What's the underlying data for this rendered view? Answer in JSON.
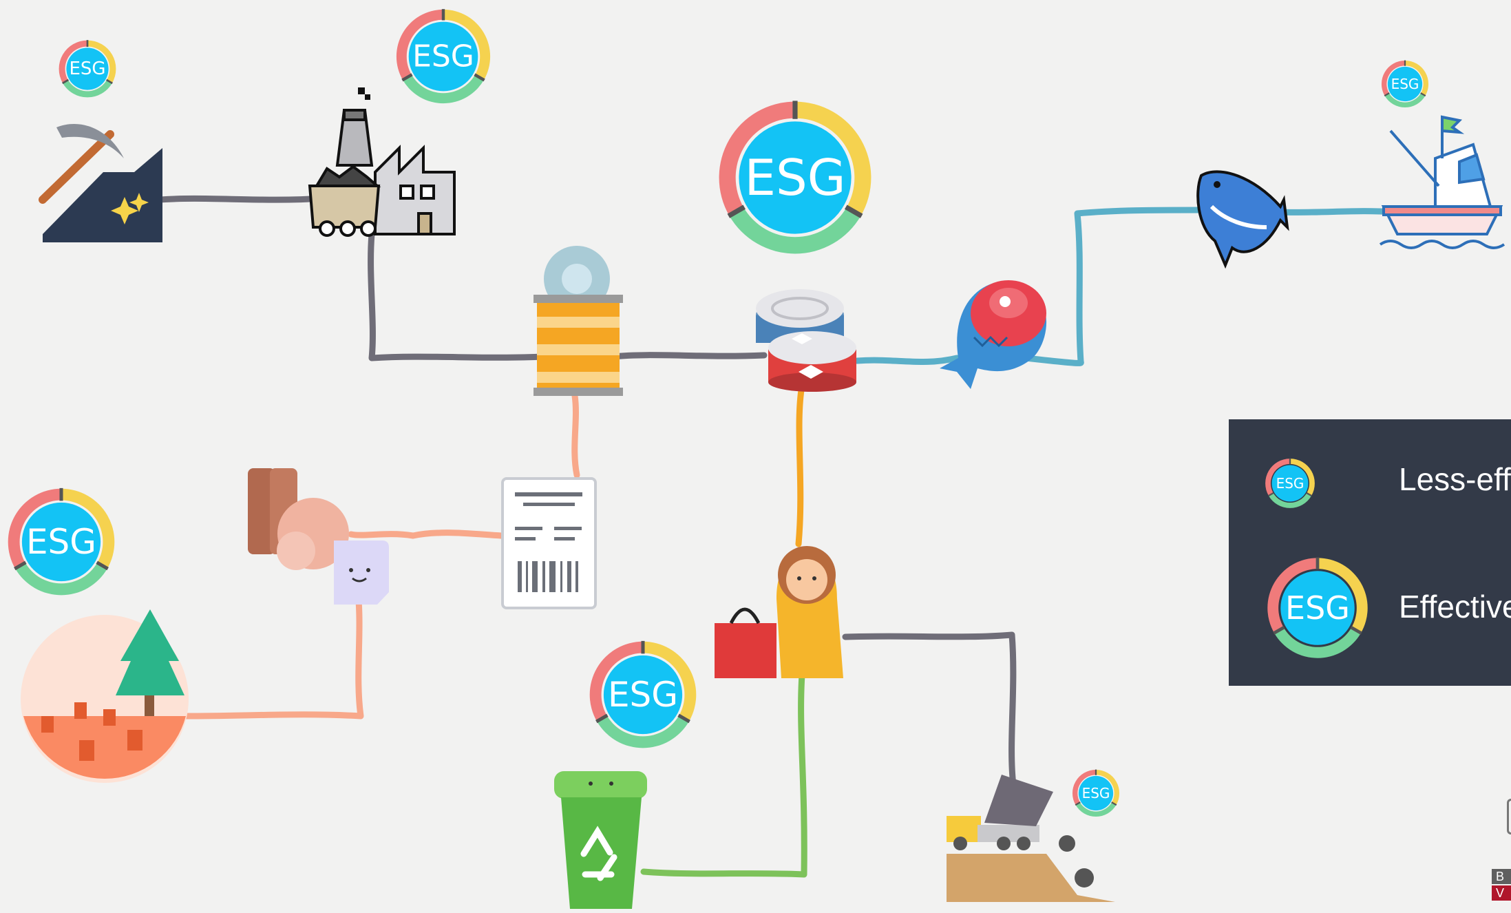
{
  "esg_badge_text": "ESG",
  "legend": {
    "less_effective": "Less-eff",
    "effective": "Effective"
  },
  "brand": {
    "line1": "B",
    "line2": "V"
  },
  "colors": {
    "background": "#f2f2f1",
    "ring_red": "#f07b7b",
    "ring_yellow": "#f5d24f",
    "ring_green": "#73d49a",
    "badge_blue": "#13c3f5",
    "path_gray": "#6f6d78",
    "path_salmon": "#f8a88a",
    "path_teal": "#5aafc8",
    "path_orange": "#f5a623",
    "path_green": "#7dc25a",
    "legend_bg": "#333a48"
  },
  "nodes": [
    {
      "id": "mining",
      "icon": "pickaxe-mine-icon"
    },
    {
      "id": "factory",
      "icon": "factory-icon"
    },
    {
      "id": "can-lid",
      "icon": "tin-can-icon"
    },
    {
      "id": "canned-fish",
      "icon": "canned-fish-icon"
    },
    {
      "id": "fish-steak",
      "icon": "fish-meat-icon"
    },
    {
      "id": "tuna",
      "icon": "tuna-fish-icon"
    },
    {
      "id": "fishing-boat",
      "icon": "fishing-boat-icon"
    },
    {
      "id": "forest",
      "icon": "deforestation-icon"
    },
    {
      "id": "paper-pulp",
      "icon": "wood-pulp-paper-icon"
    },
    {
      "id": "label",
      "icon": "product-label-icon"
    },
    {
      "id": "shopper",
      "icon": "shopper-woman-icon"
    },
    {
      "id": "recycle-bin",
      "icon": "recycle-bin-icon"
    },
    {
      "id": "landfill",
      "icon": "landfill-truck-icon"
    }
  ]
}
